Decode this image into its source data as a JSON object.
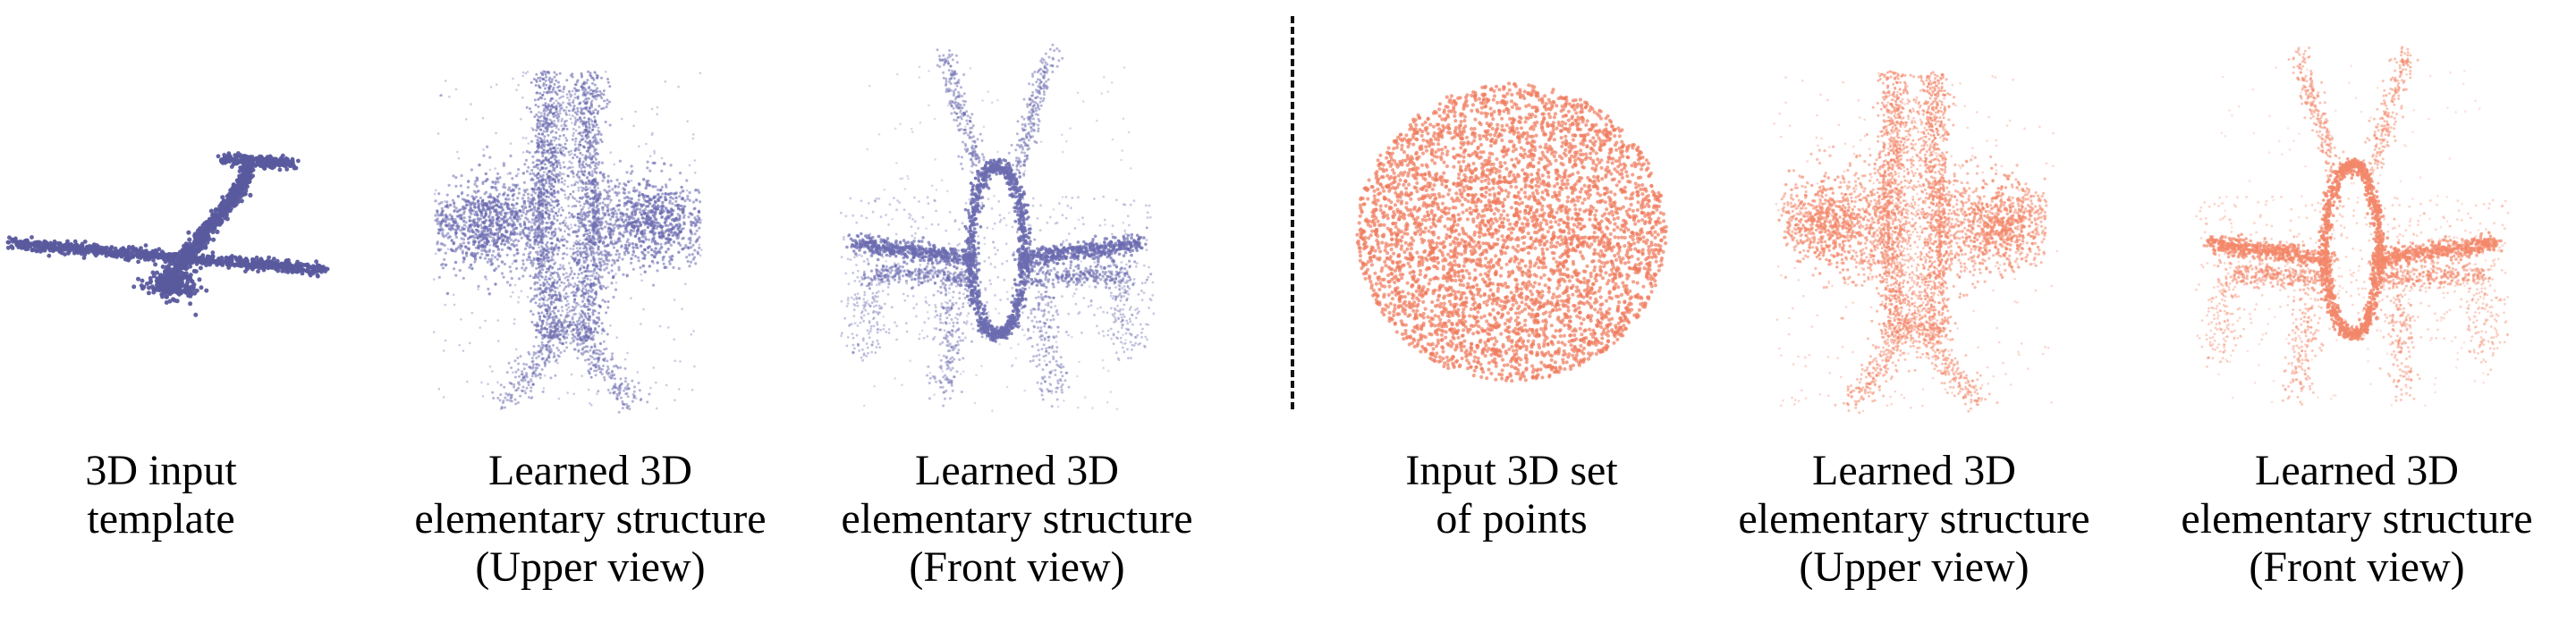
{
  "colors": {
    "template": "#5a5a9e",
    "learned_left": "#6b6bb0",
    "input_points": "#f07a5c",
    "learned_right": "#f3876a"
  },
  "panels": [
    {
      "id": "template",
      "kind": "glider-template",
      "color_key": "template",
      "caption_lines": [
        "3D input",
        "template"
      ]
    },
    {
      "id": "learned-upper-left",
      "kind": "upper-view",
      "color_key": "learned_left",
      "caption_lines": [
        "Learned 3D",
        "elementary structure",
        "(Upper view)"
      ]
    },
    {
      "id": "learned-front-left",
      "kind": "front-view",
      "color_key": "learned_left",
      "caption_lines": [
        "Learned 3D",
        "elementary  structure",
        "(Front view)"
      ]
    },
    {
      "id": "input-set",
      "kind": "point-ball",
      "color_key": "input_points",
      "caption_lines": [
        "Input 3D set",
        "of points"
      ]
    },
    {
      "id": "learned-upper-right",
      "kind": "upper-view",
      "color_key": "learned_right",
      "caption_lines": [
        "Learned 3D",
        "elementary  structure",
        "(Upper view)"
      ]
    },
    {
      "id": "learned-front-right",
      "kind": "front-view",
      "color_key": "learned_right",
      "caption_lines": [
        "Learned 3D",
        "elementary  structure",
        "(Front view)"
      ]
    }
  ]
}
